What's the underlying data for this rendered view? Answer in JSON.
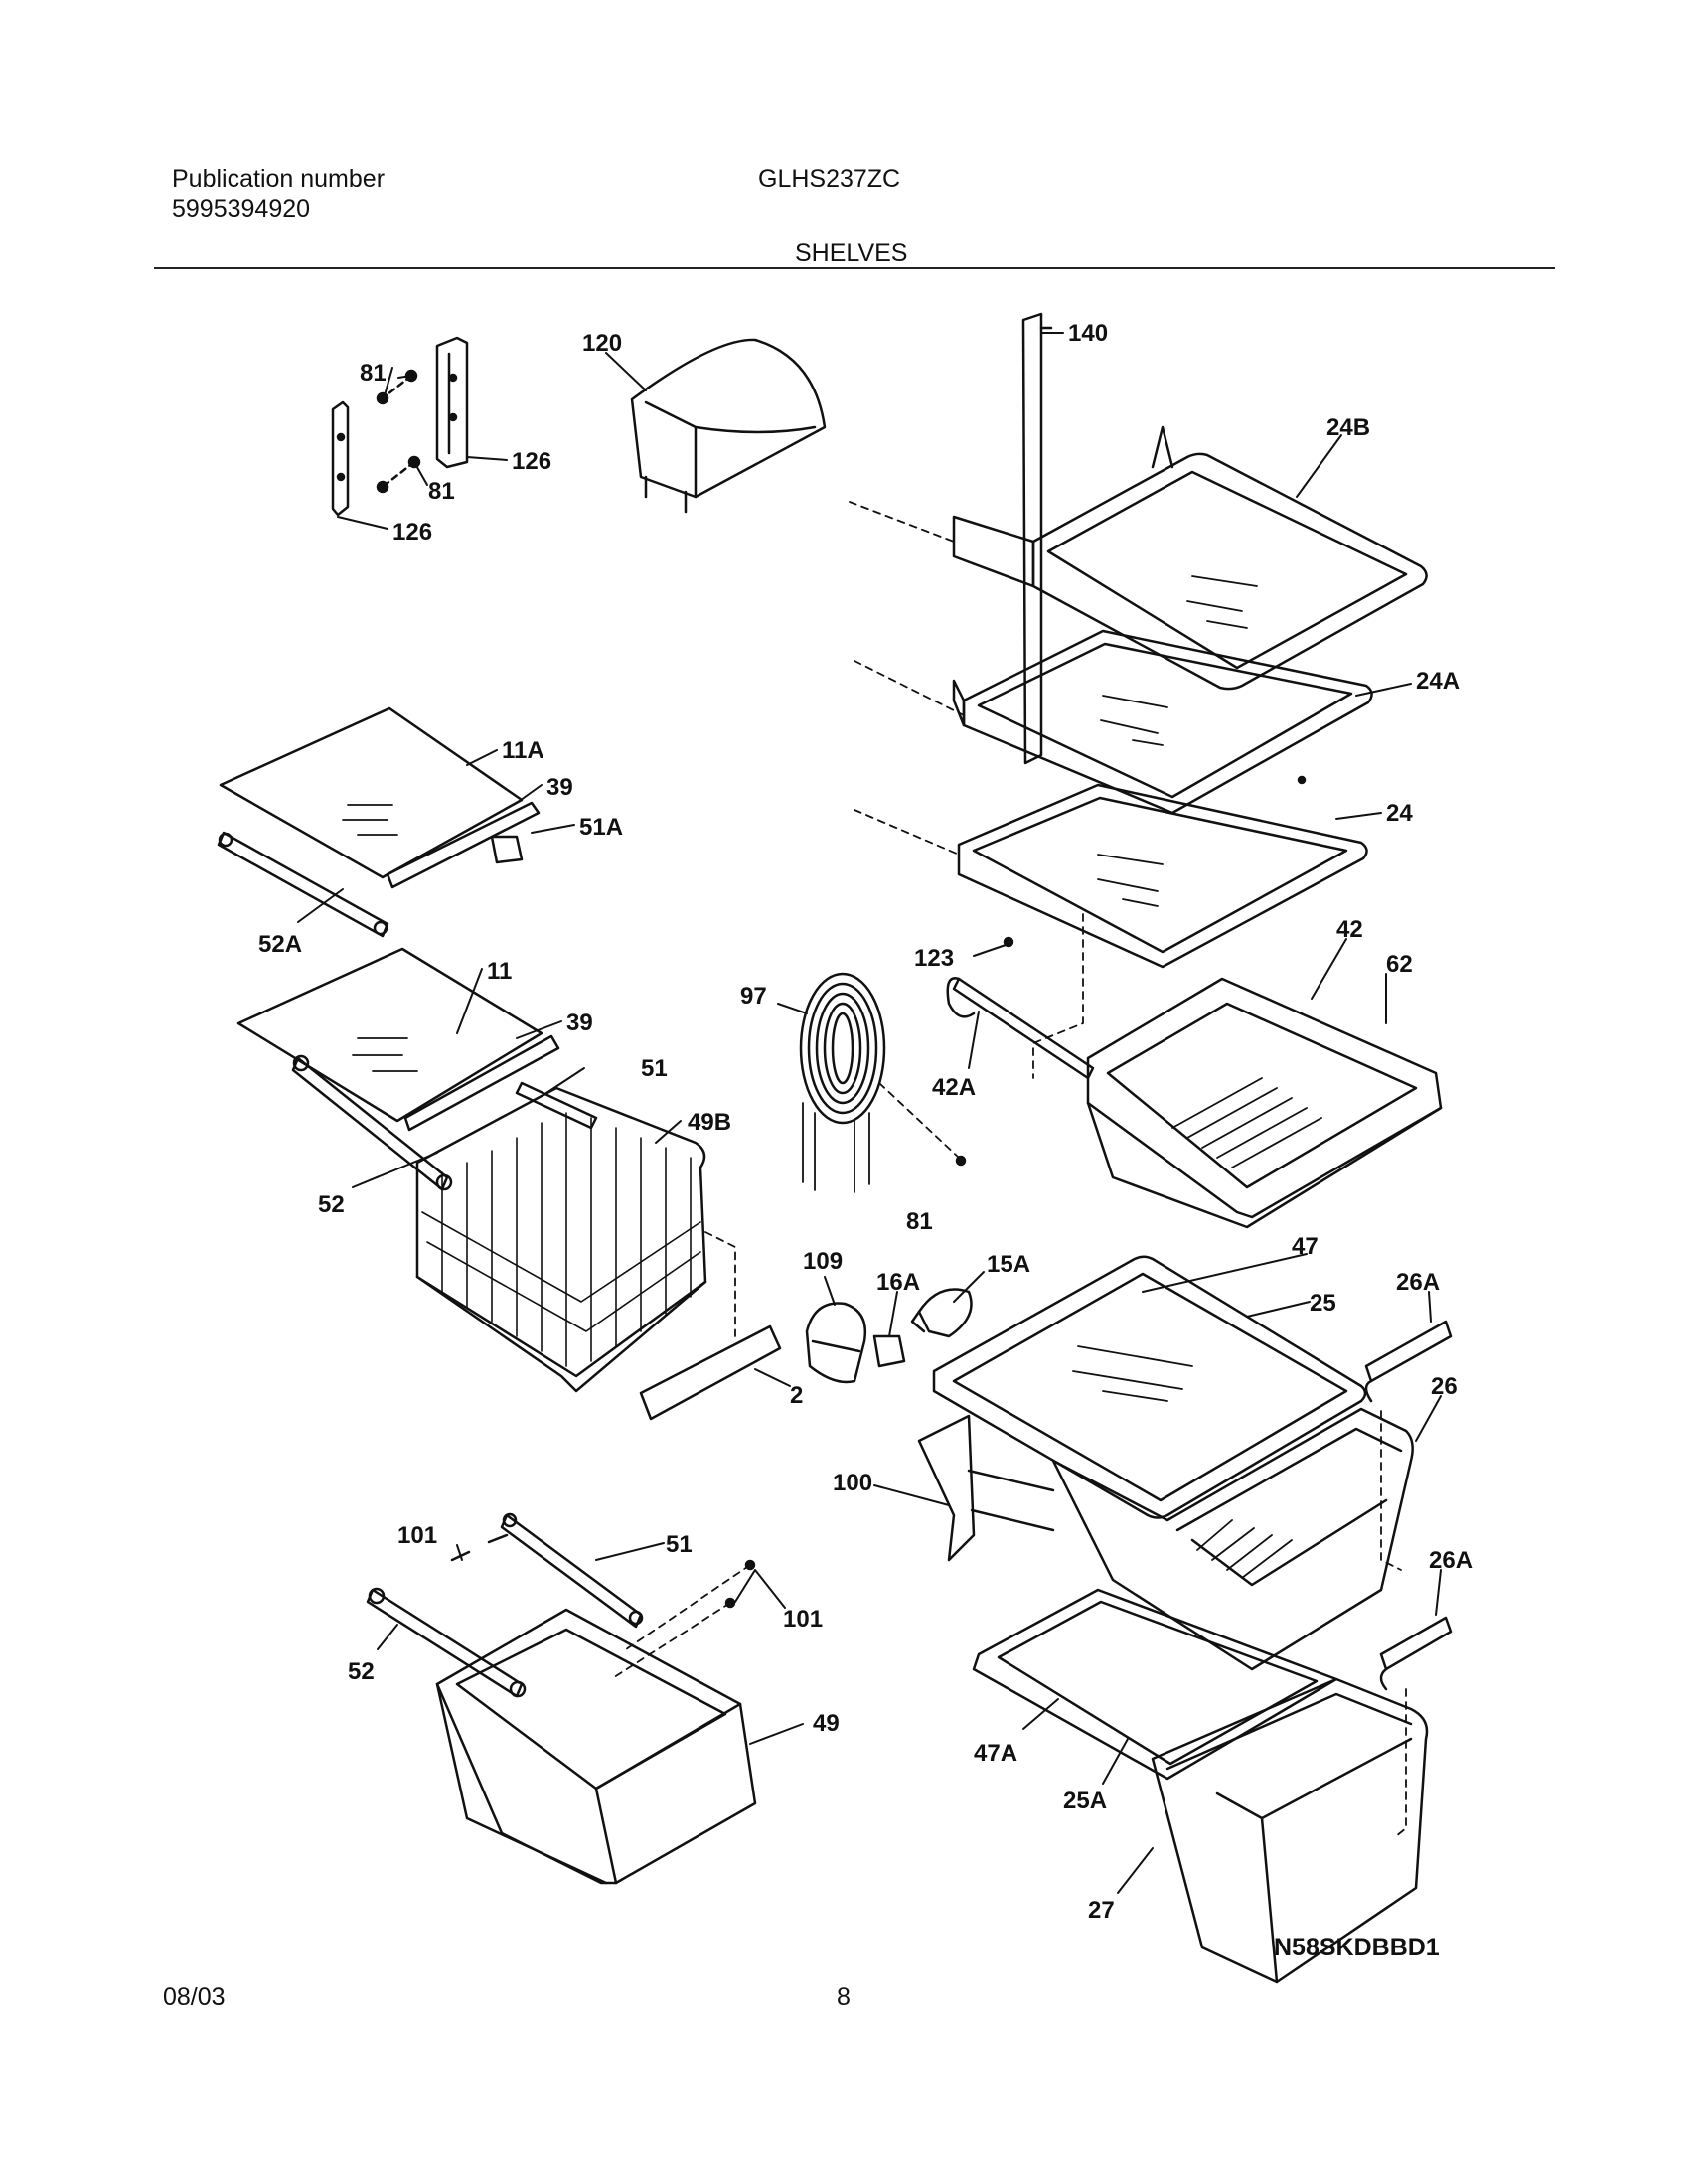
{
  "header": {
    "publication_label": "Publication number",
    "publication_number": "5995394920",
    "model": "GLHS237ZC",
    "section": "SHELVES"
  },
  "diagram_code": "N58SKDBBD1",
  "footer": {
    "date": "08/03",
    "page": "8"
  },
  "part_labels": {
    "p81a": "81",
    "p81b": "81",
    "p81c": "81",
    "p126a": "126",
    "p126b": "126",
    "p120": "120",
    "p140": "140",
    "p24B": "24B",
    "p24A": "24A",
    "p24": "24",
    "p11A": "11A",
    "p39a": "39",
    "p51A": "51A",
    "p52A": "52A",
    "p11": "11",
    "p39b": "39",
    "p51a": "51",
    "p49B": "49B",
    "p52a": "52",
    "p97": "97",
    "p123": "123",
    "p42": "42",
    "p62": "62",
    "p42A": "42A",
    "p109": "109",
    "p16A": "16A",
    "p15A": "15A",
    "p2": "2",
    "p47": "47",
    "p25": "25",
    "p26Aa": "26A",
    "p26": "26",
    "p100": "100",
    "p26Ab": "26A",
    "p101a": "101",
    "p101b": "101",
    "p51b": "51",
    "p52b": "52",
    "p49": "49",
    "p47A": "47A",
    "p25A": "25A",
    "p27": "27"
  }
}
